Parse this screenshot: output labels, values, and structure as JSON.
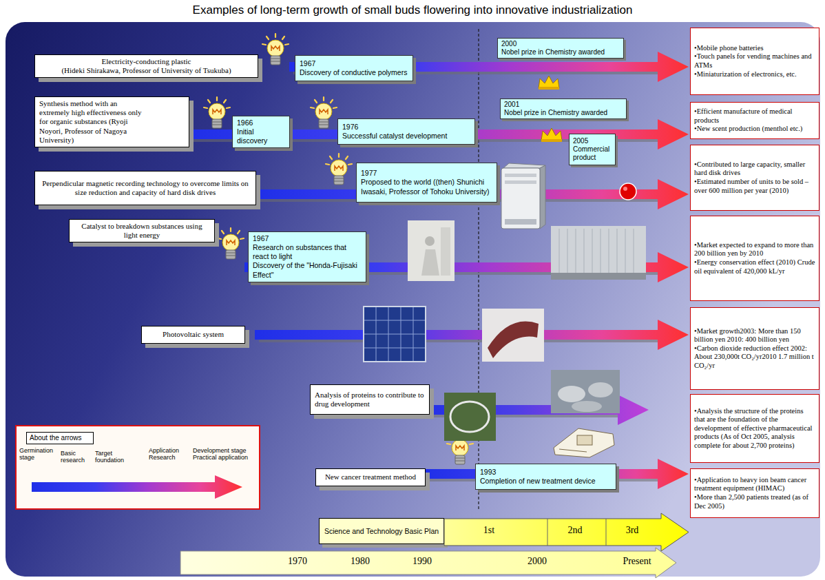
{
  "diagram": {
    "title": "Examples of long-term growth of small buds flowering into innovative industrialization",
    "nodes": [
      {
        "text": [
          "Electricity-conducting plastic",
          "(Hideki Shirakawa, Professor of University of Tsukuba)"
        ]
      },
      {
        "text": [
          "1967",
          "Discovery of conductive polymers"
        ]
      },
      {
        "text": [
          "2000",
          "Nobel prize in Chemistry awarded"
        ]
      },
      {
        "text": [
          "•Mobile phone batteries",
          "•Touch panels for vending machines and ATMs",
          "•Miniaturization of electronics, etc."
        ]
      },
      {
        "text": [
          "Synthesis method with an extremely high effectiveness only for organic substances (Ryoji Noyori, Professor of Nagoya University)"
        ]
      },
      {
        "text": [
          "1966",
          "Initial discovery"
        ]
      },
      {
        "text": [
          "1976",
          "Successful catalyst development"
        ]
      },
      {
        "text": [
          "2001",
          "Nobel prize in Chemistry awarded"
        ]
      },
      {
        "text": [
          "•Efficient manufacture of medical products",
          "•New scent production (menthol etc.)"
        ]
      },
      {
        "text": [
          "Perpendicular magnetic recording technology to overcome limits on size reduction and capacity of hard disk drives"
        ]
      },
      {
        "text": [
          "1977",
          "Proposed to the world ((then) Shunichi Iwasaki, Professor of Tohoku University)"
        ]
      },
      {
        "text": [
          "2005",
          "Commercial product"
        ]
      },
      {
        "text": [
          "•Contributed to large capacity, smaller hard disk drives",
          "•Estimated number of units to be sold – over 600 million per year (2010)"
        ]
      },
      {
        "text": [
          "Catalyst to breakdown substances using light energy"
        ]
      },
      {
        "text": [
          "1967",
          "Research on substances that react to light",
          "Discovery of the \"Honda-Fujisaki Effect\""
        ]
      },
      {
        "text": [
          "•Market expected to expand to more than 200 billion yen by 2010",
          "•Energy conservation effect (2010) Crude oil equivalent of 420,000 kL/yr"
        ]
      },
      {
        "text": [
          "Photovoltaic system"
        ]
      },
      {
        "text": [
          "•Market growth2003: More than 150 billion yen 2010: 400 billion yen",
          "•Carbon dioxide reduction effect 2002: About 230,000t CO₂/yr2010 1.7 million t CO₂/yr"
        ]
      },
      {
        "text": [
          "Analysis of proteins to contribute to drug development"
        ]
      },
      {
        "text": [
          "•Analysis the structure of the proteins that are the foundation of the development of effective pharmaceutical products (As of Oct 2005, analysis complete for about 2,700 proteins)"
        ]
      },
      {
        "text": [
          "Germination stage",
          "Basic research",
          "Target foundation",
          "Application Research",
          "Development stage Practical application"
        ]
      },
      {
        "text": [
          "About the arrows"
        ],
        "in": 20
      },
      {
        "text": [
          "New cancer treatment method"
        ]
      },
      {
        "text": [
          "1993",
          "Completion of new treatment device"
        ]
      },
      {
        "text": [
          "•Application to heavy ion beam cancer treatment equipment (HIMAC)",
          "•More than 2,500 patients treated (as of Dec 2005)"
        ]
      },
      {
        "text": [
          "Science and Technology Basic Plan"
        ]
      },
      {
        "text": [
          "1st",
          "2nd",
          "3rd"
        ]
      },
      {
        "text": [
          "1970",
          "1980",
          "1990",
          "2000",
          "Present"
        ]
      }
    ]
  }
}
